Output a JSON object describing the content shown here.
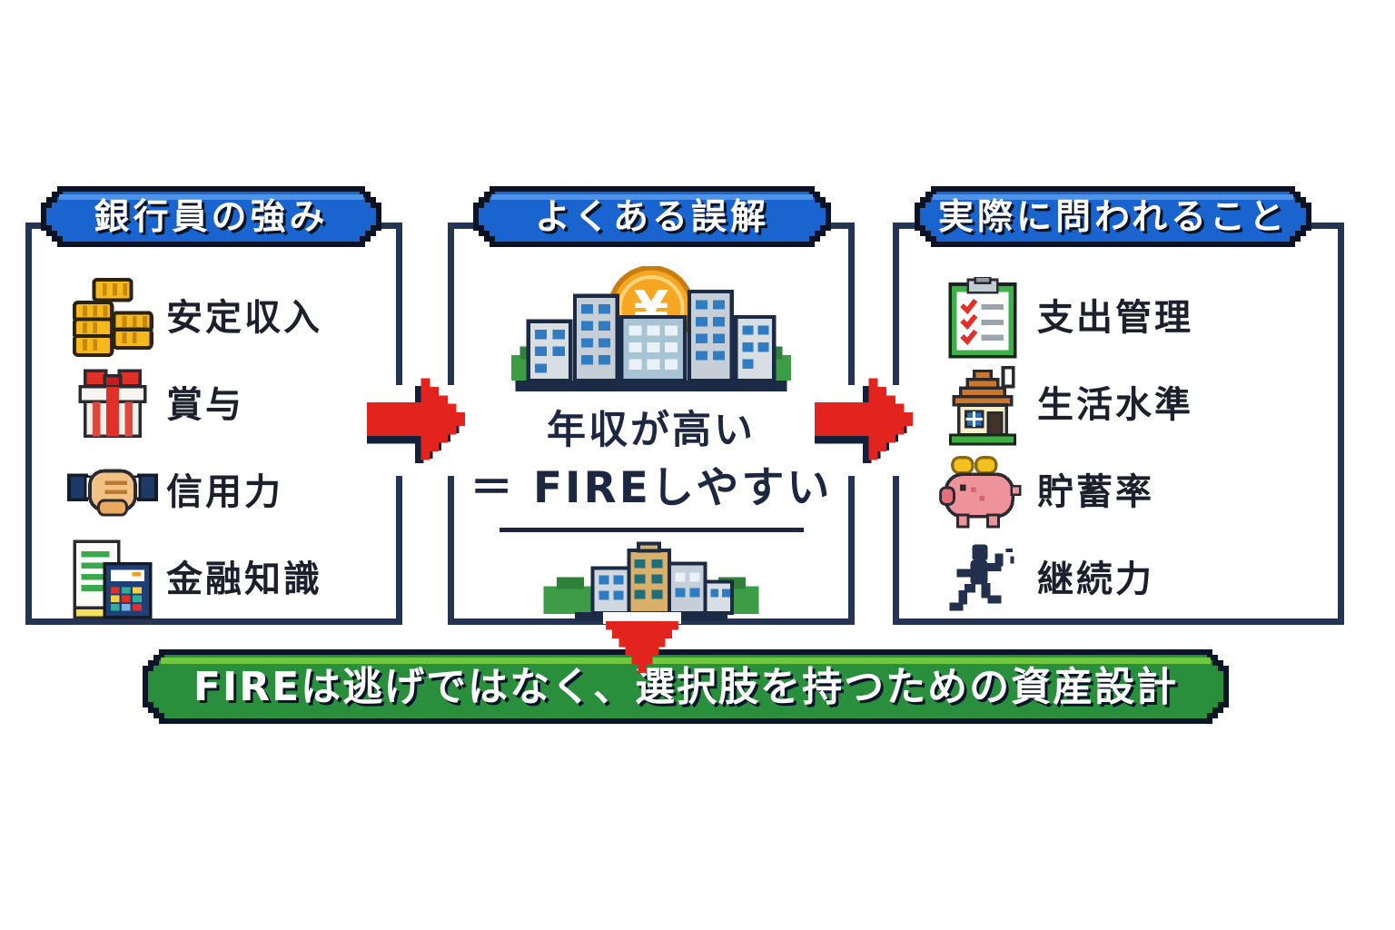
{
  "colors": {
    "background": "#ffffff",
    "panel_border": "#243455",
    "header_fill": "#1a64cf",
    "header_highlight": "#4f93e8",
    "header_outline": "#0a1426",
    "header_text": "#ffffff",
    "item_text": "#1b202c",
    "misconception_text": "#1d2740",
    "arrow_red": "#e3231e",
    "banner_fill": "#2a8f3c",
    "banner_highlight": "#6fc83e",
    "banner_text": "#ffffff",
    "coin_gold": "#f5b91e"
  },
  "panels": [
    {
      "id": "banker-strengths",
      "title": "銀行員の強み",
      "items": [
        {
          "icon": "coins-icon",
          "label": "安定収入"
        },
        {
          "icon": "gift-icon",
          "label": "賞与"
        },
        {
          "icon": "handshake-icon",
          "label": "信用力"
        },
        {
          "icon": "finance-knowledge-icon",
          "label": "金融知識"
        }
      ]
    },
    {
      "id": "common-misconception",
      "title": "よくある誤解",
      "icons": [
        "yen-coin-icon",
        "city-skyline-icon",
        "town-icon"
      ],
      "misconception": {
        "line1": "年収が高い",
        "line2": "＝ FIREしやすい"
      }
    },
    {
      "id": "actually-required",
      "title": "実際に問われること",
      "items": [
        {
          "icon": "checklist-icon",
          "label": "支出管理"
        },
        {
          "icon": "house-icon",
          "label": "生活水準"
        },
        {
          "icon": "piggy-bank-icon",
          "label": "貯蓄率"
        },
        {
          "icon": "runner-icon",
          "label": "継続力"
        }
      ]
    }
  ],
  "arrows": [
    {
      "id": "arrow-left-to-middle",
      "direction": "right"
    },
    {
      "id": "arrow-middle-to-right",
      "direction": "right"
    },
    {
      "id": "arrow-middle-to-banner",
      "direction": "down"
    }
  ],
  "banner": {
    "text": "FIREは逃げではなく、選択肢を持つための資産設計"
  }
}
